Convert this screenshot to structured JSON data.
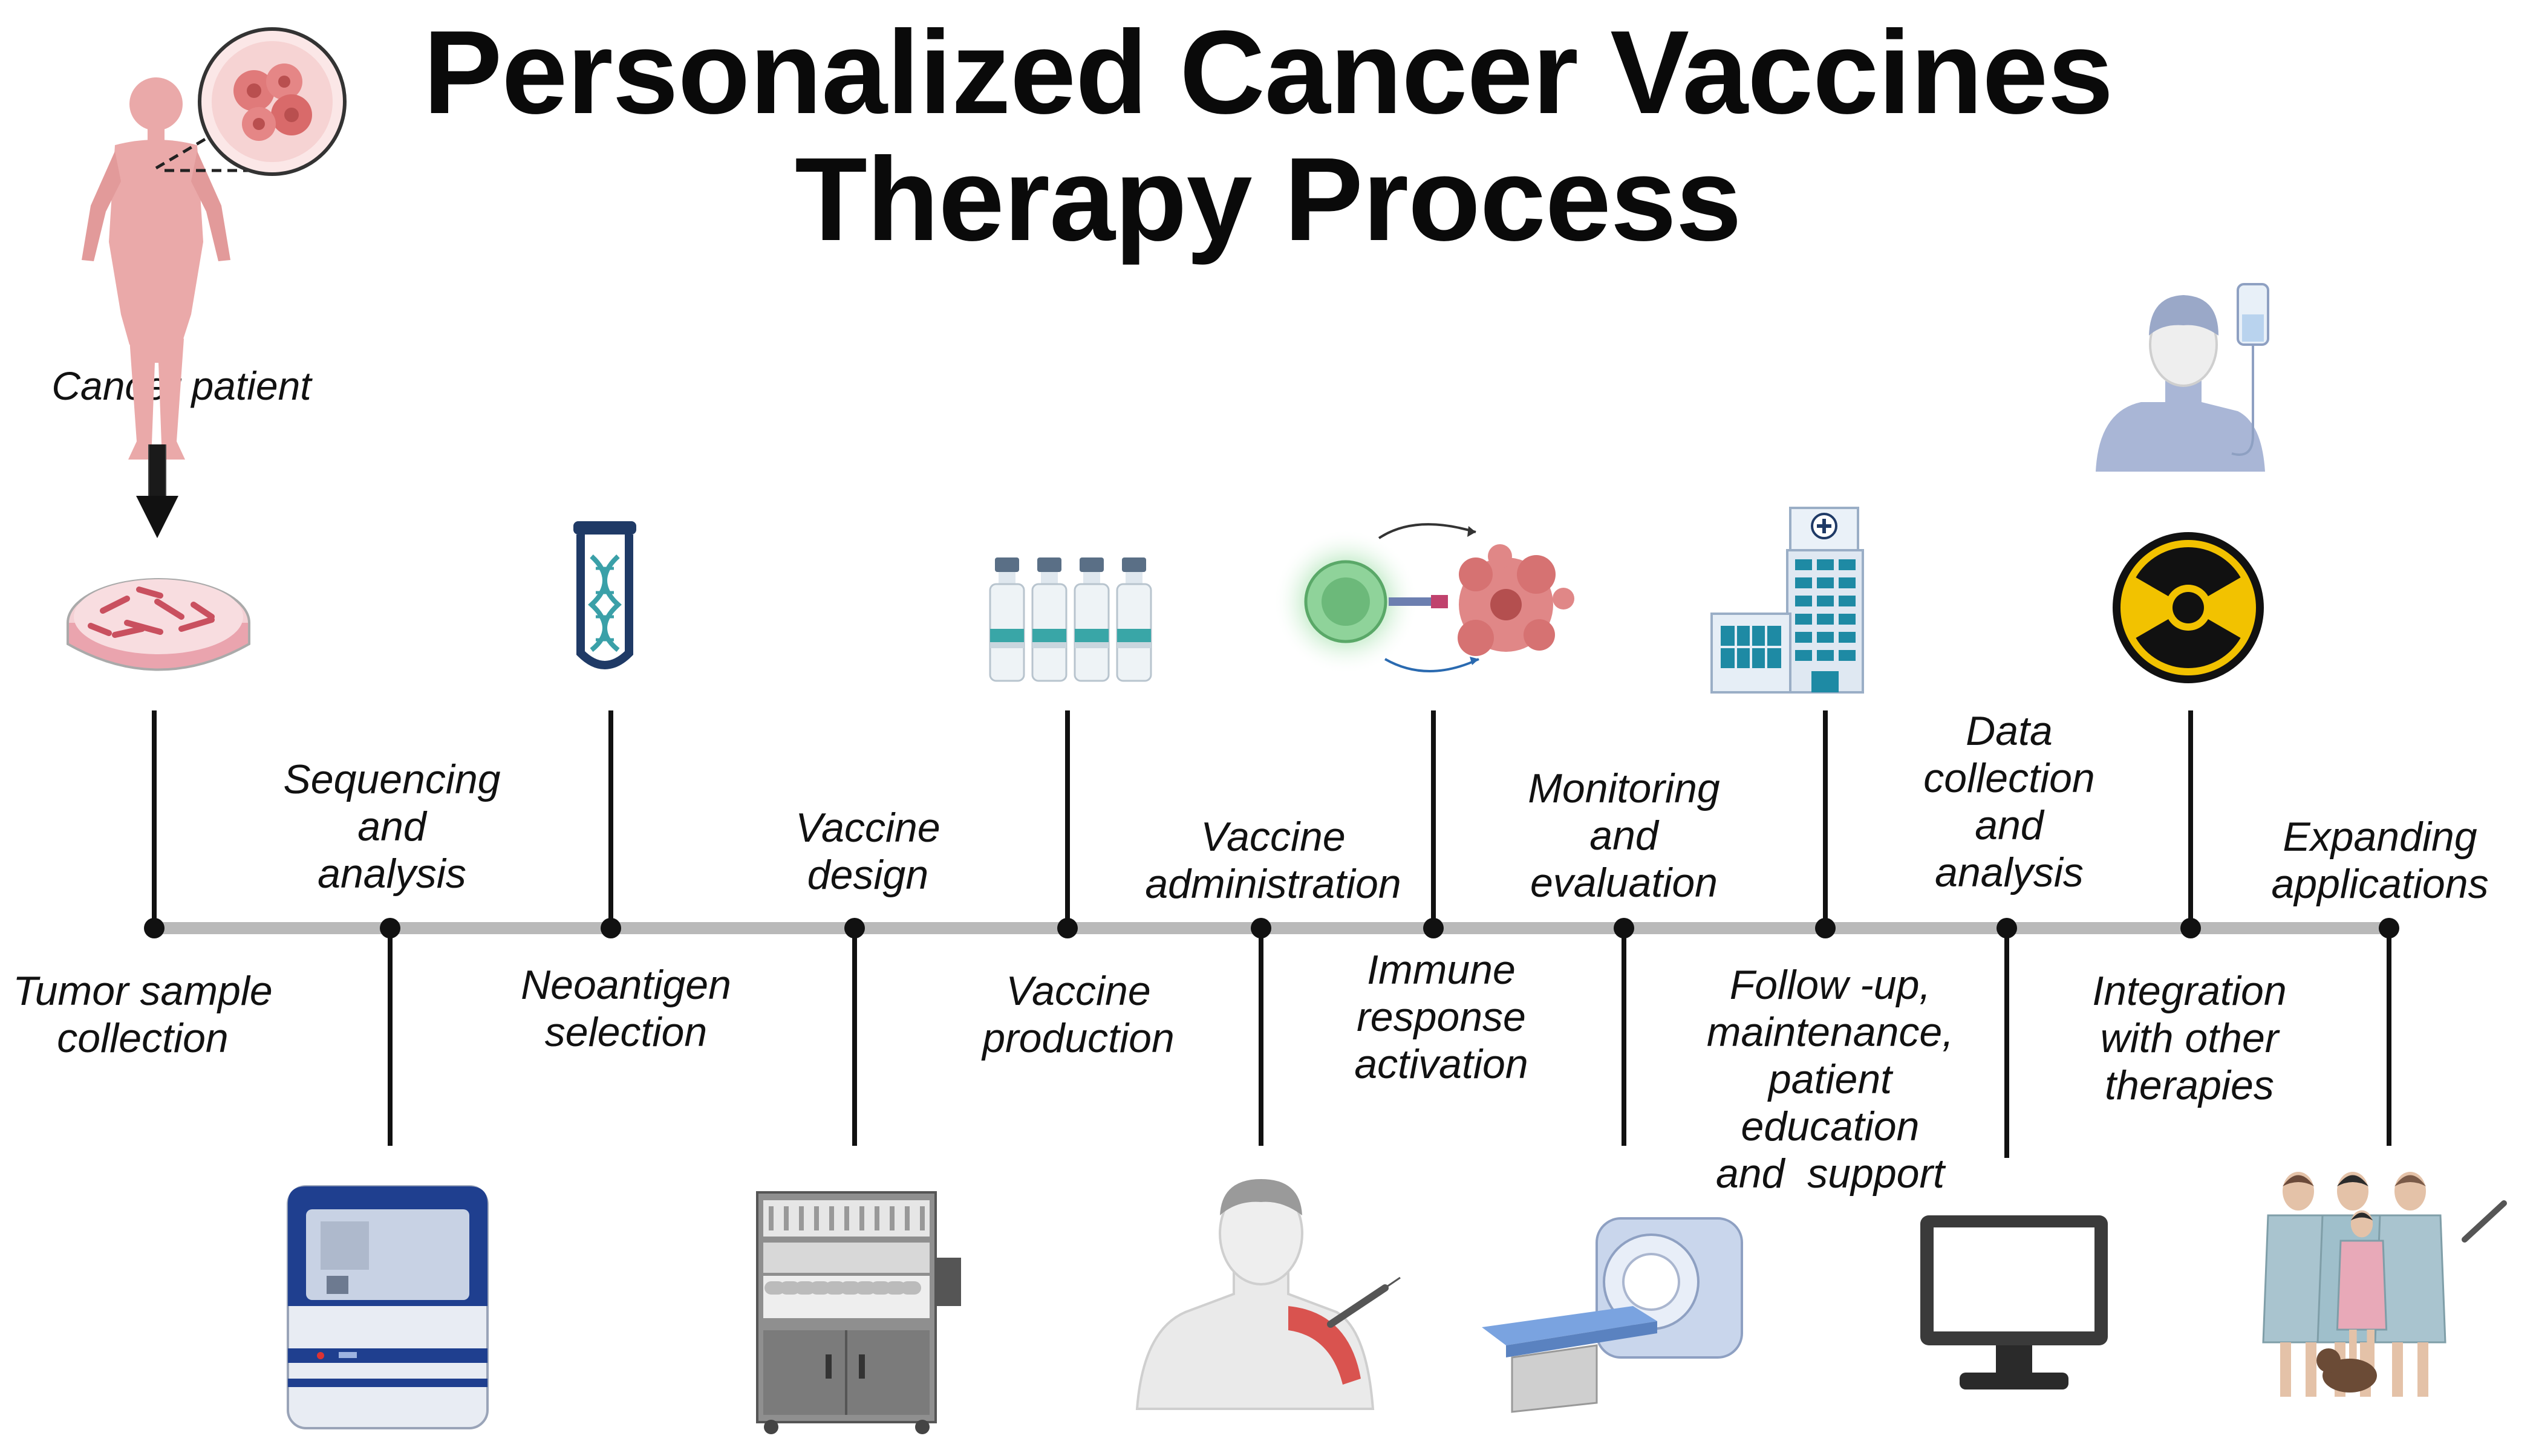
{
  "title_line1": "Personalized Cancer Vaccines",
  "title_line2": "Therapy Process",
  "patient_label": "Cancer patient",
  "steps": [
    {
      "label_lines": [
        "Tumor sample",
        "collection"
      ],
      "icon": "petri-dish-icon"
    },
    {
      "label_lines": [
        "Sequencing",
        "and",
        "analysis"
      ],
      "icon": "sequencer-machine-icon"
    },
    {
      "label_lines": [
        "Neoantigen",
        "selection"
      ],
      "icon": "dna-test-tube-icon"
    },
    {
      "label_lines": [
        "Vaccine",
        "design"
      ],
      "icon": "synthesizer-machine-icon"
    },
    {
      "label_lines": [
        "Vaccine",
        "production"
      ],
      "icon": "vaccine-vials-icon"
    },
    {
      "label_lines": [
        "Vaccine",
        "administration"
      ],
      "icon": "shoulder-injection-icon"
    },
    {
      "label_lines": [
        "Immune",
        "response",
        "activation"
      ],
      "icon": "immune-cell-attack-icon"
    },
    {
      "label_lines": [
        "Monitoring",
        "and",
        "evaluation"
      ],
      "icon": "ct-scanner-icon"
    },
    {
      "label_lines": [
        "Follow -up,",
        "maintenance,",
        "patient",
        "education",
        "and  support"
      ],
      "icon": "hospital-icon"
    },
    {
      "label_lines": [
        "Data",
        "collection",
        "and",
        "analysis"
      ],
      "icon": "computer-monitor-icon"
    },
    {
      "label_lines": [
        "Integration",
        "with other",
        "therapies"
      ],
      "icon": "radiation-symbol-icon"
    },
    {
      "label_lines": [
        "Expanding",
        "applications"
      ],
      "icon": "patient-group-icon"
    }
  ],
  "colors": {
    "timeline": "#b9b9b9",
    "stem": "#111111",
    "flesh": "#e7a3a3",
    "cell": "#d9716f",
    "machine_blue": "#1f3f8f",
    "teal": "#39a6a7",
    "radiation_yellow": "#f2c200",
    "immune_green": "#6cc27a",
    "gown": "#8fb8c8"
  }
}
